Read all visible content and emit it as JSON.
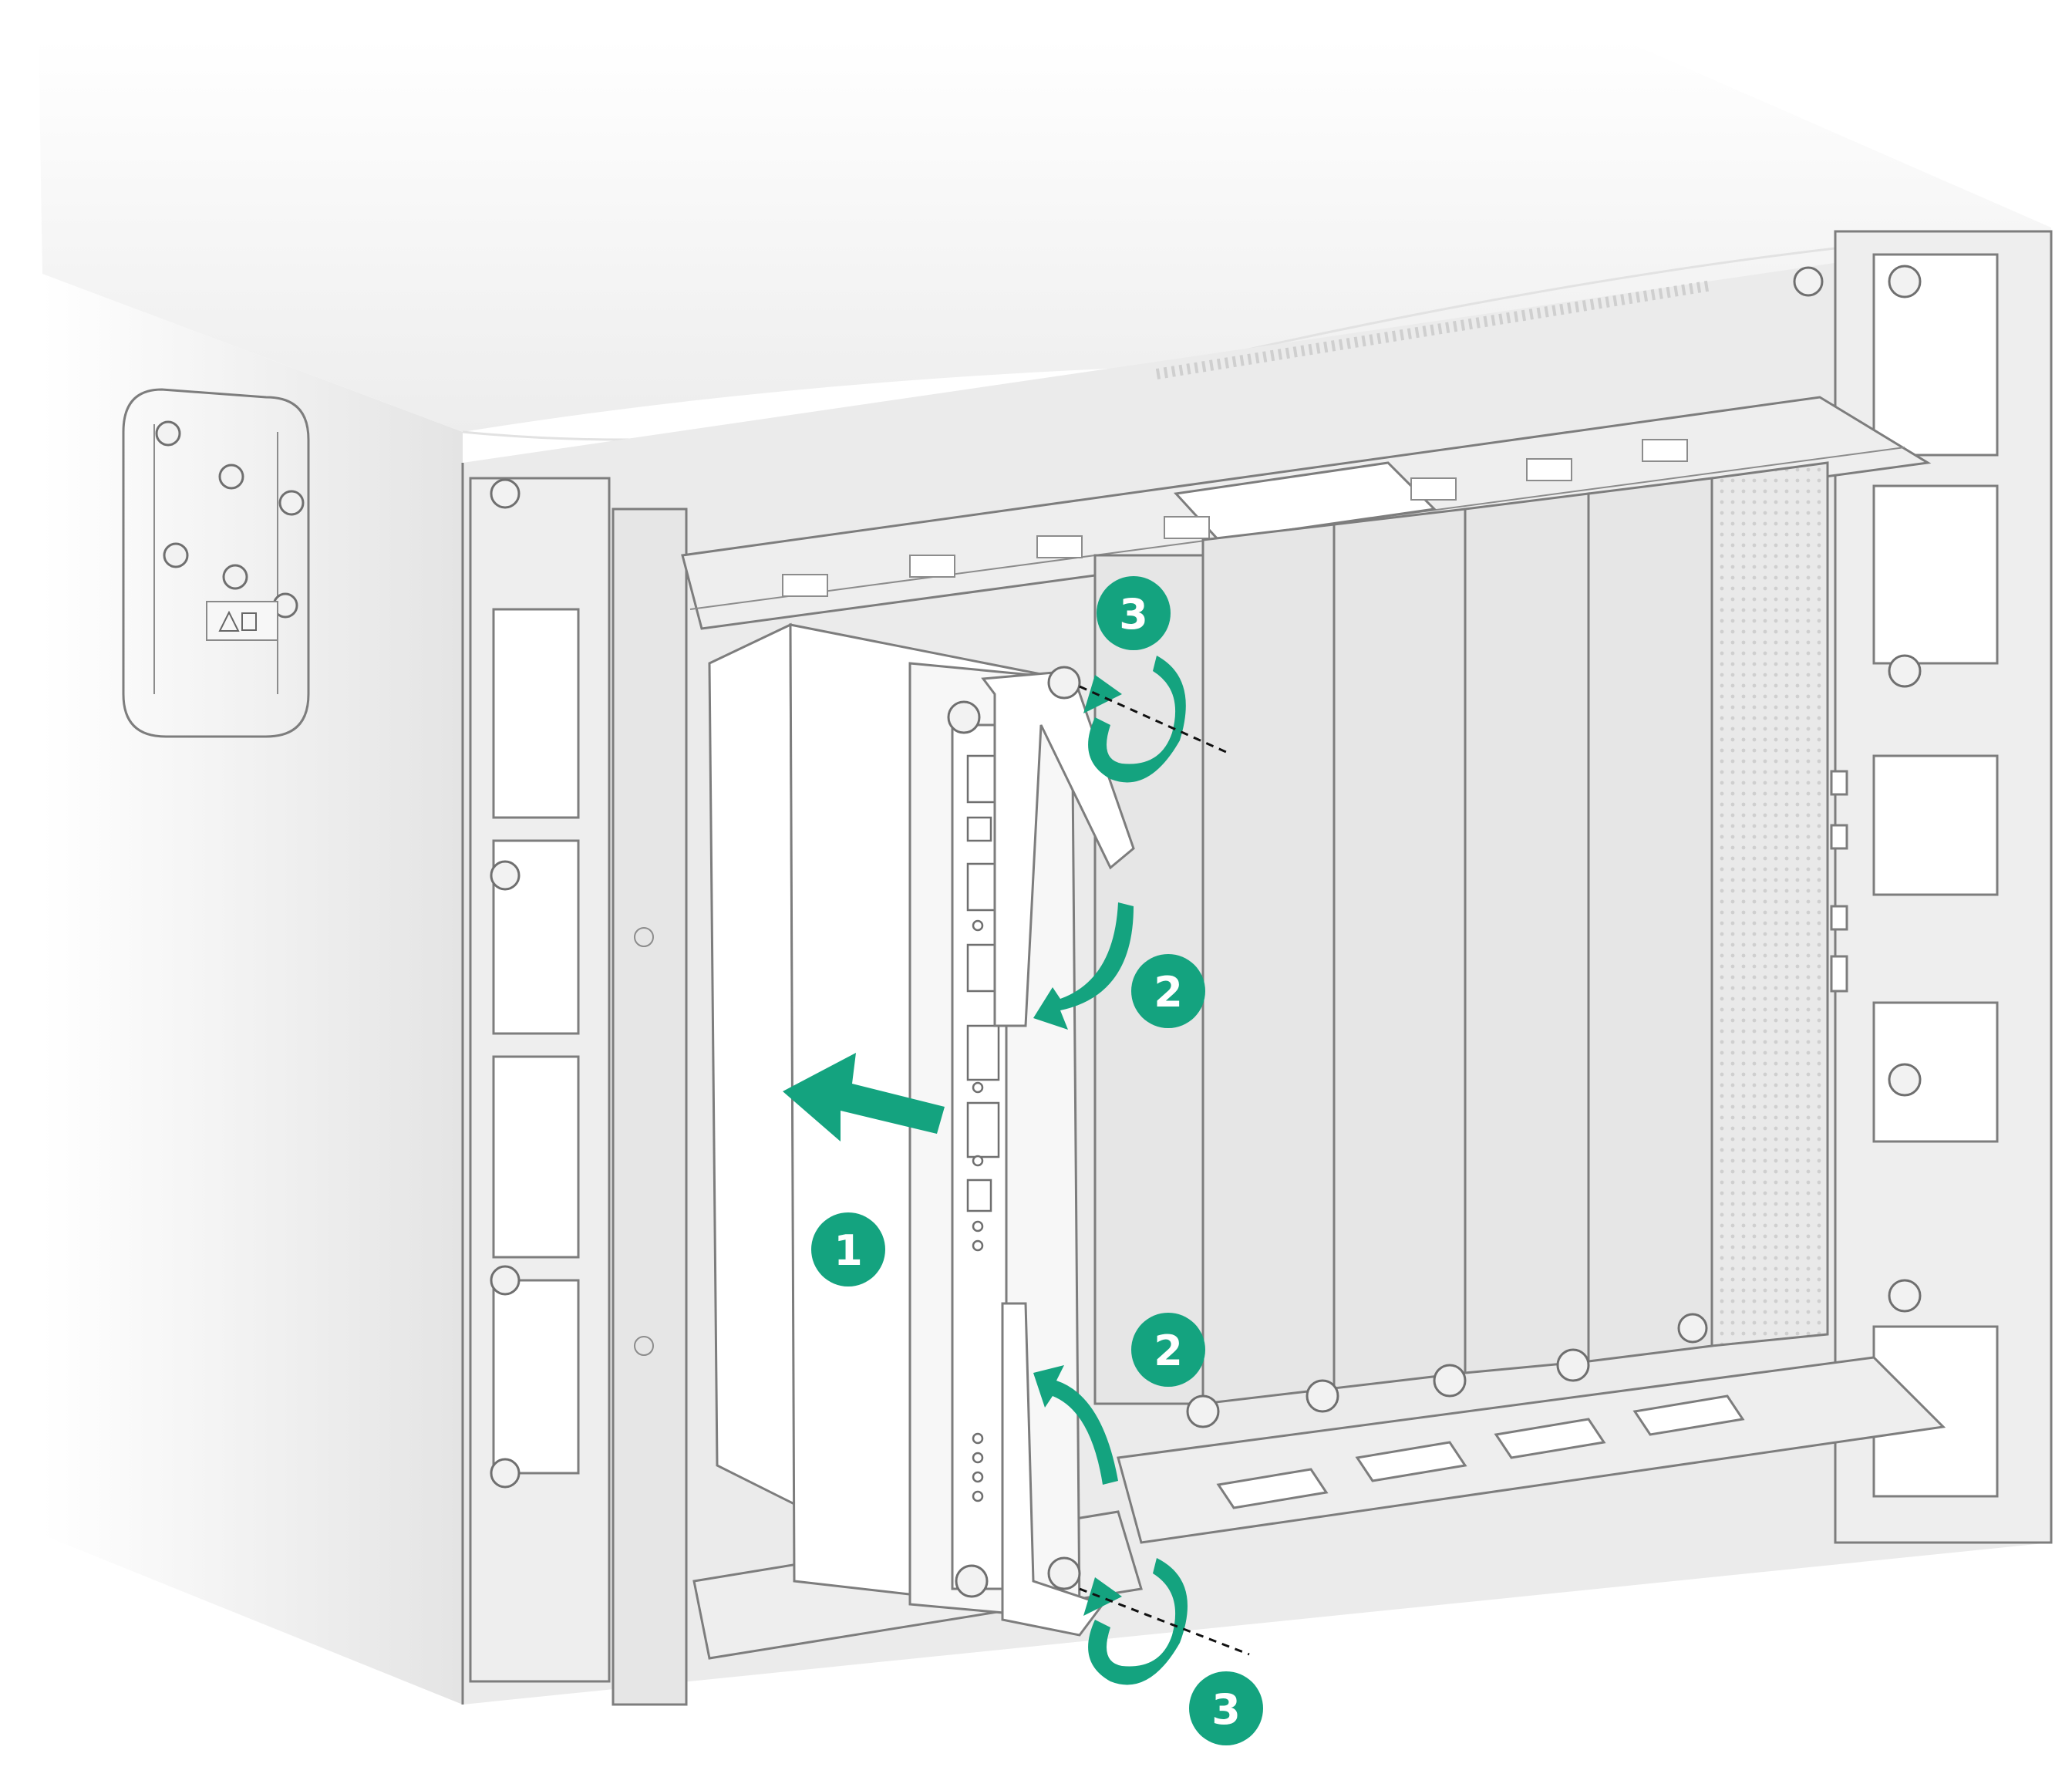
{
  "callouts": [
    {
      "id": "step-1",
      "label": "1"
    },
    {
      "id": "step-2-top",
      "label": "2"
    },
    {
      "id": "step-2-bottom",
      "label": "2"
    },
    {
      "id": "step-3-top",
      "label": "3"
    },
    {
      "id": "step-3-bottom",
      "label": "3"
    }
  ],
  "colors": {
    "accent": "#14a37f",
    "outline": "#7d7d7d",
    "chassis_fill": "#ececec",
    "panel_fill": "#e6e6e6"
  },
  "icons": [
    "warning-triangle-icon",
    "book-icon",
    "slot-screw-icon",
    "rotate-arrow-icon",
    "insert-arrow-icon"
  ]
}
